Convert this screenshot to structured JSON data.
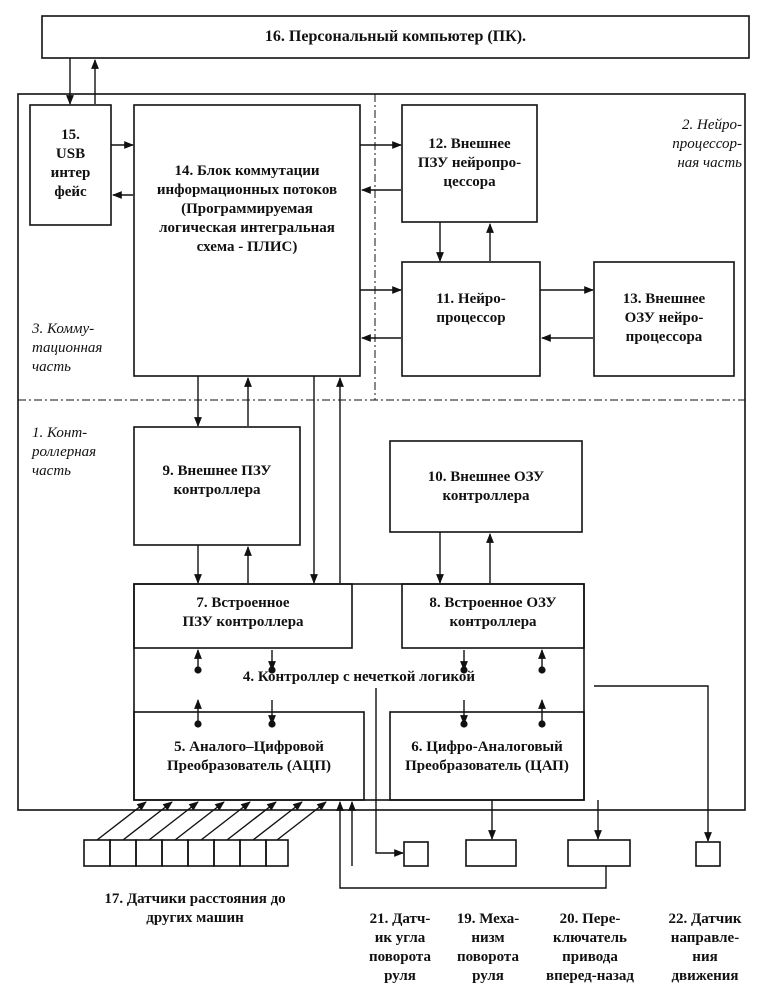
{
  "blocks": {
    "b16": "16. Персональный компьютер  (ПК).",
    "b15": "15.\nUSB\nинтер\nфейс",
    "b14": "14. Блок коммутации\nинформационных потоков\n(Программируемая\nлогическая интегральная\nсхема - ПЛИС)",
    "b12": "12. Внешнее\nПЗУ нейропро-\nцессора",
    "b11": "11. Нейро-\nпроцессор",
    "b13": "13. Внешнее\nОЗУ нейро-\nпроцессора",
    "b9": "9. Внешнее ПЗУ\nконтроллера",
    "b10": "10. Внешнее ОЗУ\nконтроллера",
    "b7": "7. Встроенное\nПЗУ контроллера",
    "b8": "8. Встроенное ОЗУ\nконтроллера",
    "b4": "4. Контроллер с нечеткой логикой",
    "b5": "5. Аналого–Цифровой\nПреобразователь (АЦП)",
    "b6": "6. Цифро-Аналоговый\nПреобразователь (ЦАП)"
  },
  "zones": {
    "z2": "2. Нейро-\nпроцессор-\nная часть",
    "z3": "3. Комму-\nтационная\nчасть",
    "z1": "1. Конт-\nроллерная\nчасть"
  },
  "labels": {
    "l17": "17. Датчики расстояния до\nдругих машин",
    "l21": "21. Датч-\nик угла\nповорота\nруля",
    "l19": "19. Меха-\nнизм\nповорота\nруля",
    "l20": "20. Пере-\nключатель\nпривода\nвперед-назад",
    "l22": "22. Датчик\nнаправле-\nния\nдвижения"
  },
  "colors": {
    "ink": "#111111",
    "background": "#ffffff"
  }
}
